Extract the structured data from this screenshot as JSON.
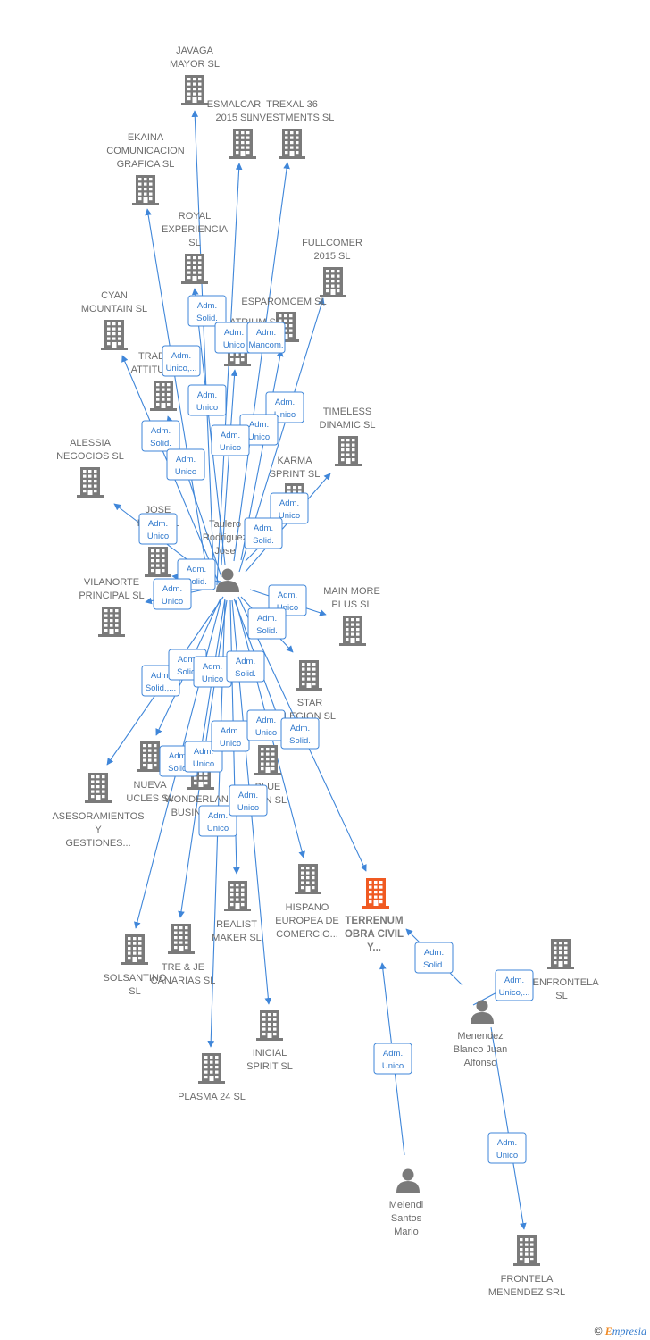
{
  "colors": {
    "edge": "#3f86d9",
    "company": "#7a7a7a",
    "focus_company": "#f05a22",
    "person": "#7a7a7a"
  },
  "nodes": [
    {
      "id": "javaga",
      "type": "company",
      "lines": [
        "JAVAGA",
        "MAYOR  SL"
      ]
    },
    {
      "id": "esmalcar",
      "type": "company",
      "lines": [
        "ESMALCAR",
        "2015  SL"
      ]
    },
    {
      "id": "trexal",
      "type": "company",
      "lines": [
        "TREXAL 36",
        "INVESTMENTS SL"
      ]
    },
    {
      "id": "ekaina",
      "type": "company",
      "lines": [
        "EKAINA",
        "COMUNICACION",
        "GRAFICA  SL"
      ]
    },
    {
      "id": "royal",
      "type": "company",
      "lines": [
        "ROYAL",
        "EXPERIENCIA",
        "SL"
      ]
    },
    {
      "id": "fullcomer",
      "type": "company",
      "lines": [
        "FULLCOMER",
        "2015  SL"
      ]
    },
    {
      "id": "esparomcem",
      "type": "company",
      "lines": [
        "ESPAROMCEM SL"
      ]
    },
    {
      "id": "atrium",
      "type": "company",
      "lines": [
        "ATRIUM  SL"
      ]
    },
    {
      "id": "cyan",
      "type": "company",
      "lines": [
        "CYAN",
        "MOUNTAIN  SL"
      ]
    },
    {
      "id": "trad",
      "type": "company",
      "lines": [
        "TRAD",
        "ATTITU..."
      ]
    },
    {
      "id": "timeless",
      "type": "company",
      "lines": [
        "TIMELESS",
        "DINAMIC  SL"
      ]
    },
    {
      "id": "alessia",
      "type": "company",
      "lines": [
        "ALESSIA",
        "NEGOCIOS  SL"
      ]
    },
    {
      "id": "karma",
      "type": "company",
      "lines": [
        "KARMA",
        "SPRINT  SL"
      ]
    },
    {
      "id": "jose_bel",
      "type": "company",
      "lines": [
        "JOSE",
        "BEL... SL"
      ]
    },
    {
      "id": "taulero",
      "type": "person",
      "lines": [
        "Taulero",
        "Rodriguez",
        "Jose"
      ]
    },
    {
      "id": "vilanorte",
      "type": "company",
      "lines": [
        "VILANORTE",
        "PRINCIPAL  SL"
      ]
    },
    {
      "id": "mainmore",
      "type": "company",
      "lines": [
        "MAIN MORE",
        "PLUS  SL"
      ]
    },
    {
      "id": "star",
      "type": "company",
      "lines": [
        "STAR",
        "LEGION  SL"
      ]
    },
    {
      "id": "nueva",
      "type": "company",
      "lines": [
        "NUEVA",
        "UCLES  SL"
      ]
    },
    {
      "id": "wonderland",
      "type": "company",
      "lines": [
        "WONDERLAND",
        "BUSINESS..."
      ]
    },
    {
      "id": "blue",
      "type": "company",
      "lines": [
        "BLUE",
        "...ON  SL"
      ]
    },
    {
      "id": "asesoramientos",
      "type": "company",
      "lines": [
        "ASESORAMIENTOS",
        "Y",
        "GESTIONES..."
      ]
    },
    {
      "id": "hispano",
      "type": "company",
      "lines": [
        "HISPANO",
        "EUROPEA DE",
        "COMERCIO..."
      ]
    },
    {
      "id": "terrenum",
      "type": "focus",
      "lines": [
        "TERRENUM",
        "OBRA CIVIL",
        "Y..."
      ]
    },
    {
      "id": "realist",
      "type": "company",
      "lines": [
        "REALIST",
        "MAKER  SL"
      ]
    },
    {
      "id": "menfrontela",
      "type": "company",
      "lines": [
        "MENFRONTELA",
        "SL"
      ]
    },
    {
      "id": "solsantino",
      "type": "company",
      "lines": [
        "SOLSANTINO",
        "SL"
      ]
    },
    {
      "id": "treje",
      "type": "company",
      "lines": [
        "TRE & JE",
        "CANARIAS  SL"
      ]
    },
    {
      "id": "menendez",
      "type": "person",
      "lines": [
        "Menendez",
        "Blanco Juan",
        "Alfonso"
      ]
    },
    {
      "id": "inicial",
      "type": "company",
      "lines": [
        "INICIAL",
        "SPIRIT  SL"
      ]
    },
    {
      "id": "plasma",
      "type": "company",
      "lines": [
        "PLASMA 24 SL"
      ]
    },
    {
      "id": "melendi",
      "type": "person",
      "lines": [
        "Melendi",
        "Santos",
        "Mario"
      ]
    },
    {
      "id": "frontela",
      "type": "company",
      "lines": [
        "FRONTELA",
        "MENENDEZ SRL"
      ]
    }
  ],
  "edges": [
    {
      "from": "taulero",
      "to": "javaga",
      "label": [
        "Adm.",
        "Solid."
      ]
    },
    {
      "from": "taulero",
      "to": "esmalcar",
      "label": [
        "Adm.",
        "Unico"
      ]
    },
    {
      "from": "taulero",
      "to": "trexal",
      "label": [
        "Adm.",
        "Mancom."
      ]
    },
    {
      "from": "taulero",
      "to": "ekaina",
      "label": [
        "Adm.",
        "Unico,..."
      ]
    },
    {
      "from": "taulero",
      "to": "royal",
      "label": [
        "Adm.",
        "Unico"
      ]
    },
    {
      "from": "taulero",
      "to": "fullcomer",
      "label": [
        "Adm.",
        "Unico"
      ]
    },
    {
      "from": "taulero",
      "to": "esparomcem",
      "label": [
        "Adm.",
        "Unico"
      ]
    },
    {
      "from": "taulero",
      "to": "atrium",
      "label": [
        "Adm.",
        "Unico"
      ]
    },
    {
      "from": "taulero",
      "to": "cyan",
      "label": [
        "Adm.",
        "Solid."
      ]
    },
    {
      "from": "taulero",
      "to": "trad",
      "label": [
        "Adm.",
        "Unico"
      ]
    },
    {
      "from": "taulero",
      "to": "timeless",
      "label": [
        "Adm.",
        "Unico"
      ]
    },
    {
      "from": "taulero",
      "to": "karma",
      "label": [
        "Adm.",
        "Solid."
      ]
    },
    {
      "from": "taulero",
      "to": "alessia",
      "label": [
        "Adm.",
        "Unico"
      ]
    },
    {
      "from": "taulero",
      "to": "jose_bel",
      "label": [
        "Adm.",
        "Solid."
      ]
    },
    {
      "from": "taulero",
      "to": "vilanorte",
      "label": [
        "Adm.",
        "Unico"
      ]
    },
    {
      "from": "taulero",
      "to": "mainmore",
      "label": [
        "Adm.",
        "Unico"
      ]
    },
    {
      "from": "taulero",
      "to": "star",
      "label": [
        "Adm.",
        "Solid."
      ]
    },
    {
      "from": "taulero",
      "to": "asesoramientos",
      "label": [
        "Adm.",
        "Solid.,..."
      ]
    },
    {
      "from": "taulero",
      "to": "nueva",
      "label": [
        "Adm.",
        "Solid."
      ]
    },
    {
      "from": "taulero",
      "to": "wonderland",
      "label": [
        "Adm.",
        "Unico"
      ]
    },
    {
      "from": "taulero",
      "to": "blue",
      "label": [
        "Adm.",
        "Solid."
      ]
    },
    {
      "from": "taulero",
      "to": "solsantino",
      "label": [
        "Adm.",
        "Solid."
      ]
    },
    {
      "from": "taulero",
      "to": "treje",
      "label": [
        "Adm.",
        "Unico"
      ]
    },
    {
      "from": "taulero",
      "to": "realist",
      "label": [
        "Adm.",
        "Unico"
      ]
    },
    {
      "from": "taulero",
      "to": "hispano",
      "label": [
        "Adm.",
        "Unico"
      ]
    },
    {
      "from": "taulero",
      "to": "plasma",
      "label": [
        "Adm.",
        "Unico"
      ]
    },
    {
      "from": "taulero",
      "to": "inicial",
      "label": [
        "Adm.",
        "Unico"
      ]
    },
    {
      "from": "taulero",
      "to": "terrenum",
      "label": [
        "Adm.",
        "Solid."
      ]
    },
    {
      "from": "menendez",
      "to": "terrenum",
      "label": [
        "Adm.",
        "Solid."
      ]
    },
    {
      "from": "menendez",
      "to": "menfrontela",
      "label": [
        "Adm.",
        "Unico,..."
      ]
    },
    {
      "from": "menendez",
      "to": "frontela",
      "label": [
        "Adm.",
        "Unico"
      ]
    },
    {
      "from": "melendi",
      "to": "terrenum",
      "label": [
        "Adm.",
        "Unico"
      ]
    }
  ],
  "footer": {
    "copyright": "©",
    "brand_initial": "E",
    "brand_rest": "mpresia"
  }
}
